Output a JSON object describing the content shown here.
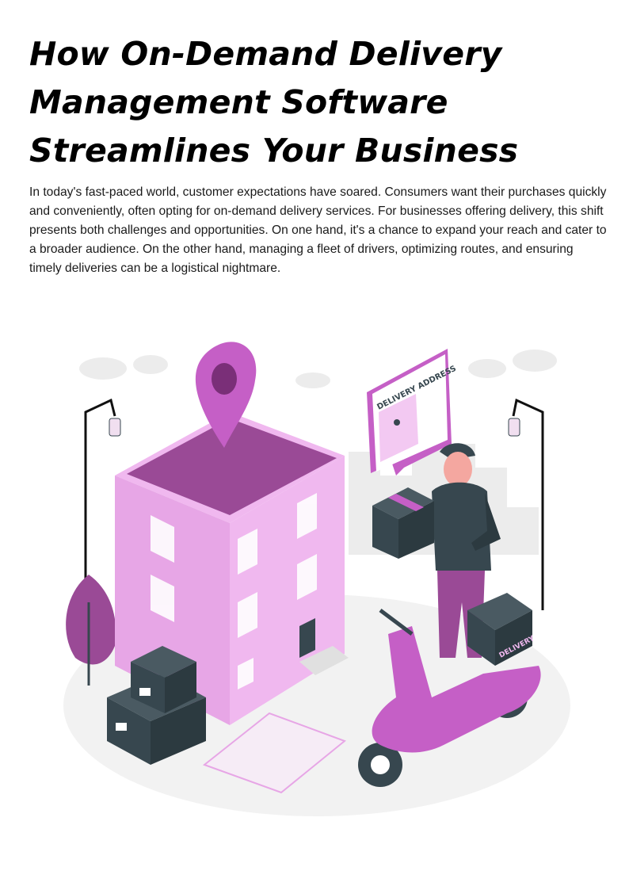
{
  "title_lines": [
    "How On-Demand Delivery",
    "Management Software",
    "Streamlines Your Business"
  ],
  "paragraph": "In today's fast-paced world, customer expectations have soared. Consumers want their purchases quickly and conveniently, often opting for on-demand delivery services. For businesses offering delivery, this shift presents both challenges and opportunities. On one hand, it's a chance to expand your reach and cater to a broader audience. On the other hand, managing a fleet of drivers, optimizing routes, and ensuring timely deliveries can be a logistical nightmare.",
  "illustration": {
    "sign_text": "DELIVERY ADDRESS",
    "box_text": "DELIVERY",
    "colors": {
      "pink": "#e7a6e6",
      "purple": "#9a4a96",
      "magenta": "#c55fc6",
      "dark": "#37474f"
    }
  }
}
